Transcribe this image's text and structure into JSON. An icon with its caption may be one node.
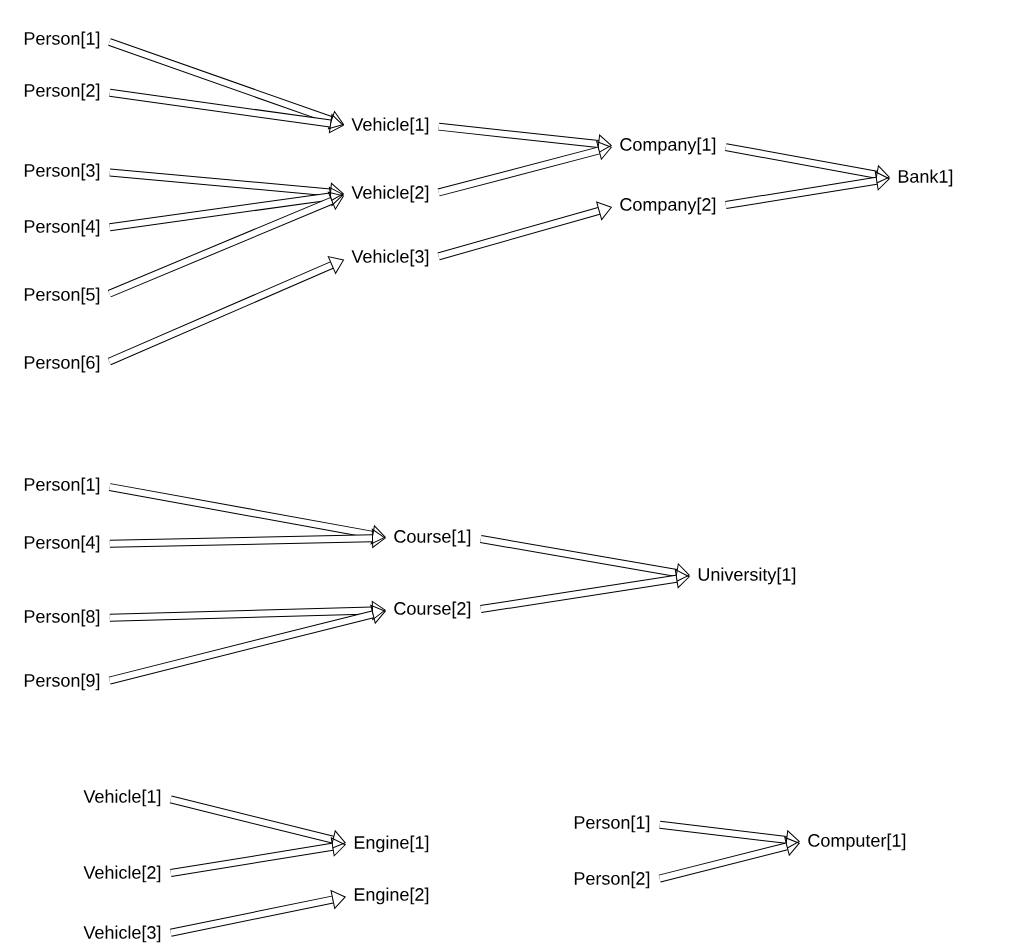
{
  "diagram": {
    "nodes": [
      {
        "text": [
          "Person[1]"
        ]
      },
      {
        "text": [
          "Person[2]"
        ]
      },
      {
        "text": [
          "Person[3]"
        ]
      },
      {
        "text": [
          "Person[4]"
        ]
      },
      {
        "text": [
          "Person[5]"
        ]
      },
      {
        "text": [
          "Person[6]"
        ]
      },
      {
        "text": [
          "Vehicle[1]"
        ]
      },
      {
        "text": [
          "Vehicle[2]"
        ]
      },
      {
        "text": [
          "Vehicle[3]"
        ]
      },
      {
        "text": [
          "Company[1]"
        ]
      },
      {
        "text": [
          "Company[2]"
        ]
      },
      {
        "text": [
          "Bank1]"
        ]
      },
      {
        "text": [
          "Person[1]"
        ]
      },
      {
        "text": [
          "Person[4]"
        ]
      },
      {
        "text": [
          "Person[8]"
        ]
      },
      {
        "text": [
          "Person[9]"
        ]
      },
      {
        "text": [
          "Course[1]"
        ]
      },
      {
        "text": [
          "Course[2]"
        ]
      },
      {
        "text": [
          "University[1]"
        ]
      },
      {
        "text": [
          "Vehicle[1]"
        ]
      },
      {
        "text": [
          "Vehicle[2]"
        ]
      },
      {
        "text": [
          "Vehicle[3]"
        ]
      },
      {
        "text": [
          "Engine[1]"
        ]
      },
      {
        "text": [
          "Engine[2]"
        ]
      },
      {
        "text": [
          "Person[1]"
        ]
      },
      {
        "text": [
          "Person[2]"
        ]
      },
      {
        "text": [
          "Computer[1]"
        ]
      }
    ],
    "edges": [
      {
        "from": 0,
        "to": 6,
        "arrow": "to"
      },
      {
        "from": 1,
        "to": 6,
        "arrow": "to"
      },
      {
        "from": 2,
        "to": 7,
        "arrow": "to"
      },
      {
        "from": 3,
        "to": 7,
        "arrow": "to"
      },
      {
        "from": 4,
        "to": 7,
        "arrow": "to"
      },
      {
        "from": 5,
        "to": 8,
        "arrow": "to"
      },
      {
        "from": 6,
        "to": 9,
        "arrow": "to"
      },
      {
        "from": 7,
        "to": 9,
        "arrow": "to"
      },
      {
        "from": 8,
        "to": 10,
        "arrow": "to"
      },
      {
        "from": 9,
        "to": 11,
        "arrow": "to"
      },
      {
        "from": 10,
        "to": 11,
        "arrow": "to"
      },
      {
        "from": 12,
        "to": 16,
        "arrow": "to"
      },
      {
        "from": 13,
        "to": 16,
        "arrow": "to"
      },
      {
        "from": 14,
        "to": 17,
        "arrow": "to"
      },
      {
        "from": 15,
        "to": 17,
        "arrow": "to"
      },
      {
        "from": 16,
        "to": 18,
        "arrow": "to"
      },
      {
        "from": 17,
        "to": 18,
        "arrow": "to"
      },
      {
        "from": 19,
        "to": 22,
        "arrow": "to"
      },
      {
        "from": 20,
        "to": 22,
        "arrow": "to"
      },
      {
        "from": 21,
        "to": 23,
        "arrow": "to"
      },
      {
        "from": 24,
        "to": 26,
        "arrow": "to"
      },
      {
        "from": 25,
        "to": 26,
        "arrow": "to"
      }
    ]
  }
}
